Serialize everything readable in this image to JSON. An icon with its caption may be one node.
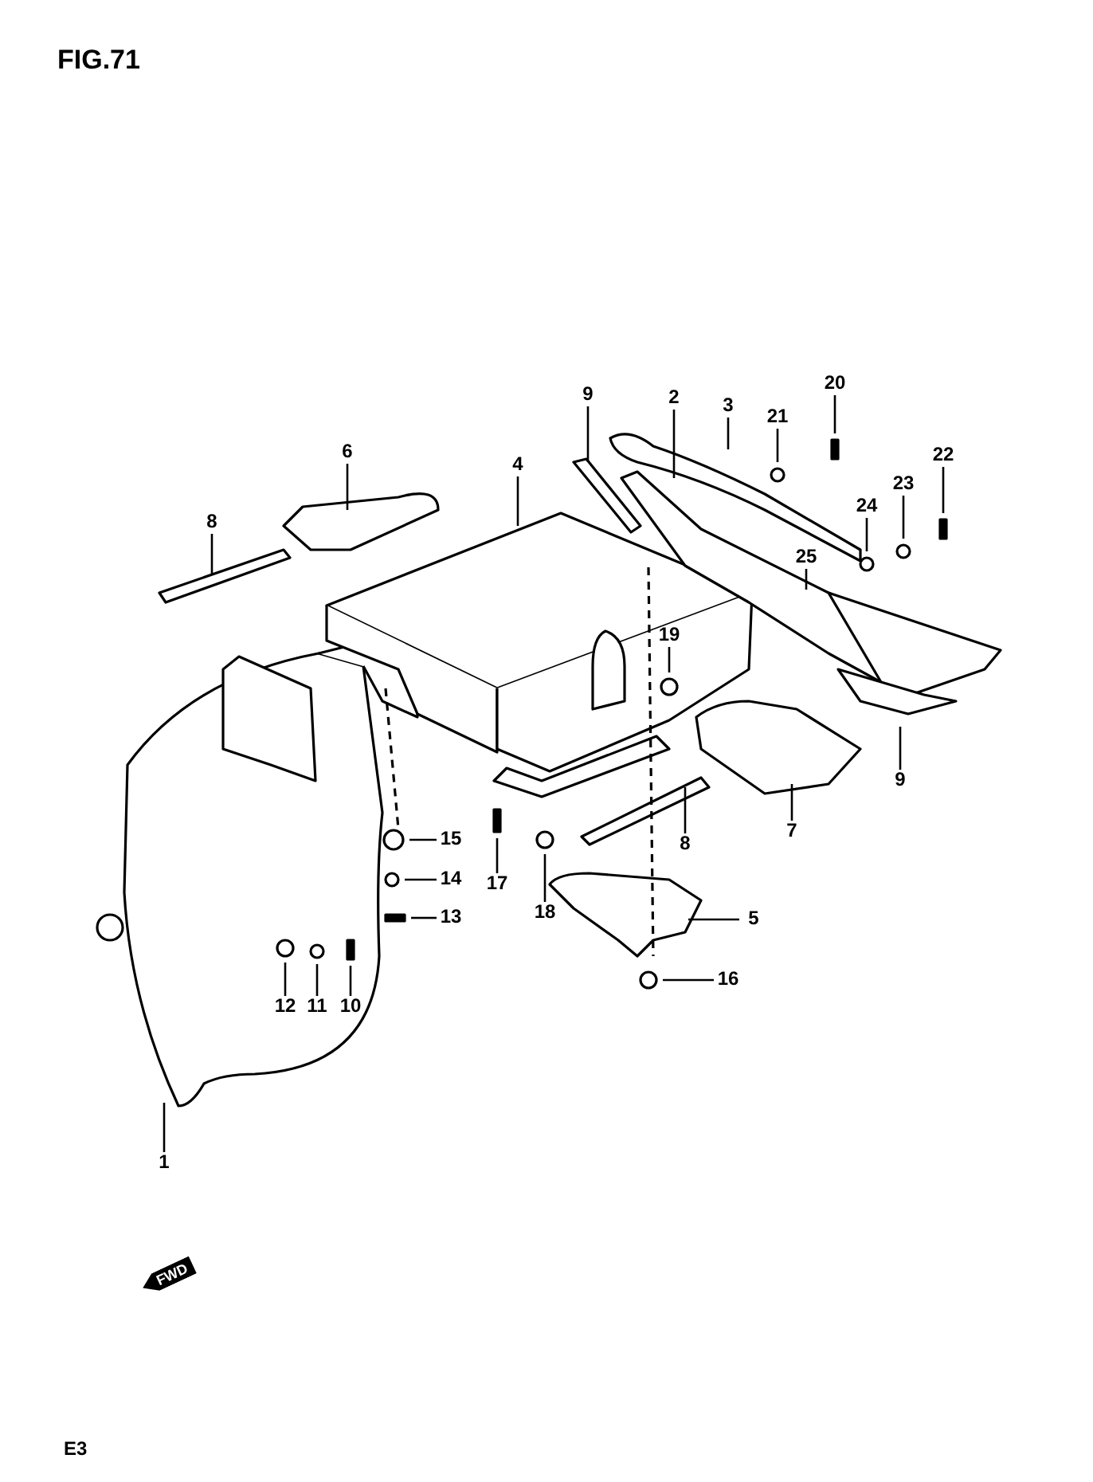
{
  "diagram": {
    "nodes": [
      {
        "text": [
          "9"
        ]
      },
      {
        "text": [
          "2"
        ]
      },
      {
        "text": [
          "3"
        ]
      },
      {
        "text": [
          "20"
        ]
      },
      {
        "text": [
          "21"
        ]
      },
      {
        "text": [
          "22"
        ]
      },
      {
        "text": [
          "23"
        ]
      },
      {
        "text": [
          "24"
        ]
      },
      {
        "text": [
          "25"
        ]
      },
      {
        "text": [
          "4"
        ]
      },
      {
        "text": [
          "6"
        ]
      },
      {
        "text": [
          "8"
        ]
      },
      {
        "text": [
          "19"
        ]
      },
      {
        "text": [
          "9"
        ]
      },
      {
        "text": [
          "7"
        ]
      },
      {
        "text": [
          "8"
        ]
      },
      {
        "text": [
          "15"
        ]
      },
      {
        "text": [
          "14"
        ]
      },
      {
        "text": [
          "13"
        ]
      },
      {
        "text": [
          "17"
        ]
      },
      {
        "text": [
          "18"
        ]
      },
      {
        "text": [
          "5"
        ]
      },
      {
        "text": [
          "16"
        ]
      },
      {
        "text": [
          "12"
        ]
      },
      {
        "text": [
          "11"
        ]
      },
      {
        "text": [
          "10"
        ]
      },
      {
        "text": [
          "1"
        ]
      }
    ],
    "edges": [
      {
        "from": 0,
        "to": null,
        "arrow": "none"
      },
      {
        "from": 1,
        "to": null,
        "arrow": "none"
      },
      {
        "from": 2,
        "to": null,
        "arrow": "none"
      },
      {
        "from": 3,
        "to": null,
        "arrow": "none"
      },
      {
        "from": 4,
        "to": null,
        "arrow": "none"
      },
      {
        "from": 5,
        "to": null,
        "arrow": "none"
      },
      {
        "from": 6,
        "to": null,
        "arrow": "none"
      },
      {
        "from": 7,
        "to": null,
        "arrow": "none"
      },
      {
        "from": 8,
        "to": null,
        "arrow": "none"
      },
      {
        "from": 9,
        "to": null,
        "arrow": "none"
      },
      {
        "from": 10,
        "to": null,
        "arrow": "none"
      },
      {
        "from": 11,
        "to": null,
        "arrow": "none"
      },
      {
        "from": 12,
        "to": null,
        "arrow": "none"
      },
      {
        "from": 13,
        "to": null,
        "arrow": "none"
      },
      {
        "from": 14,
        "to": null,
        "arrow": "none"
      },
      {
        "from": 15,
        "to": null,
        "arrow": "none"
      },
      {
        "from": 16,
        "to": null,
        "arrow": "none"
      },
      {
        "from": 17,
        "to": null,
        "arrow": "none"
      },
      {
        "from": 18,
        "to": null,
        "arrow": "none"
      },
      {
        "from": 19,
        "to": null,
        "arrow": "none"
      },
      {
        "from": 20,
        "to": null,
        "arrow": "none"
      },
      {
        "from": 21,
        "to": null,
        "arrow": "none"
      },
      {
        "from": 22,
        "to": null,
        "arrow": "none"
      },
      {
        "from": 23,
        "to": null,
        "arrow": "none"
      },
      {
        "from": 24,
        "to": null,
        "arrow": "none"
      },
      {
        "from": 25,
        "to": null,
        "arrow": "none"
      },
      {
        "from": 26,
        "to": null,
        "arrow": "none"
      }
    ],
    "labels": [
      "FIG.71",
      "FWD",
      "E3"
    ]
  }
}
